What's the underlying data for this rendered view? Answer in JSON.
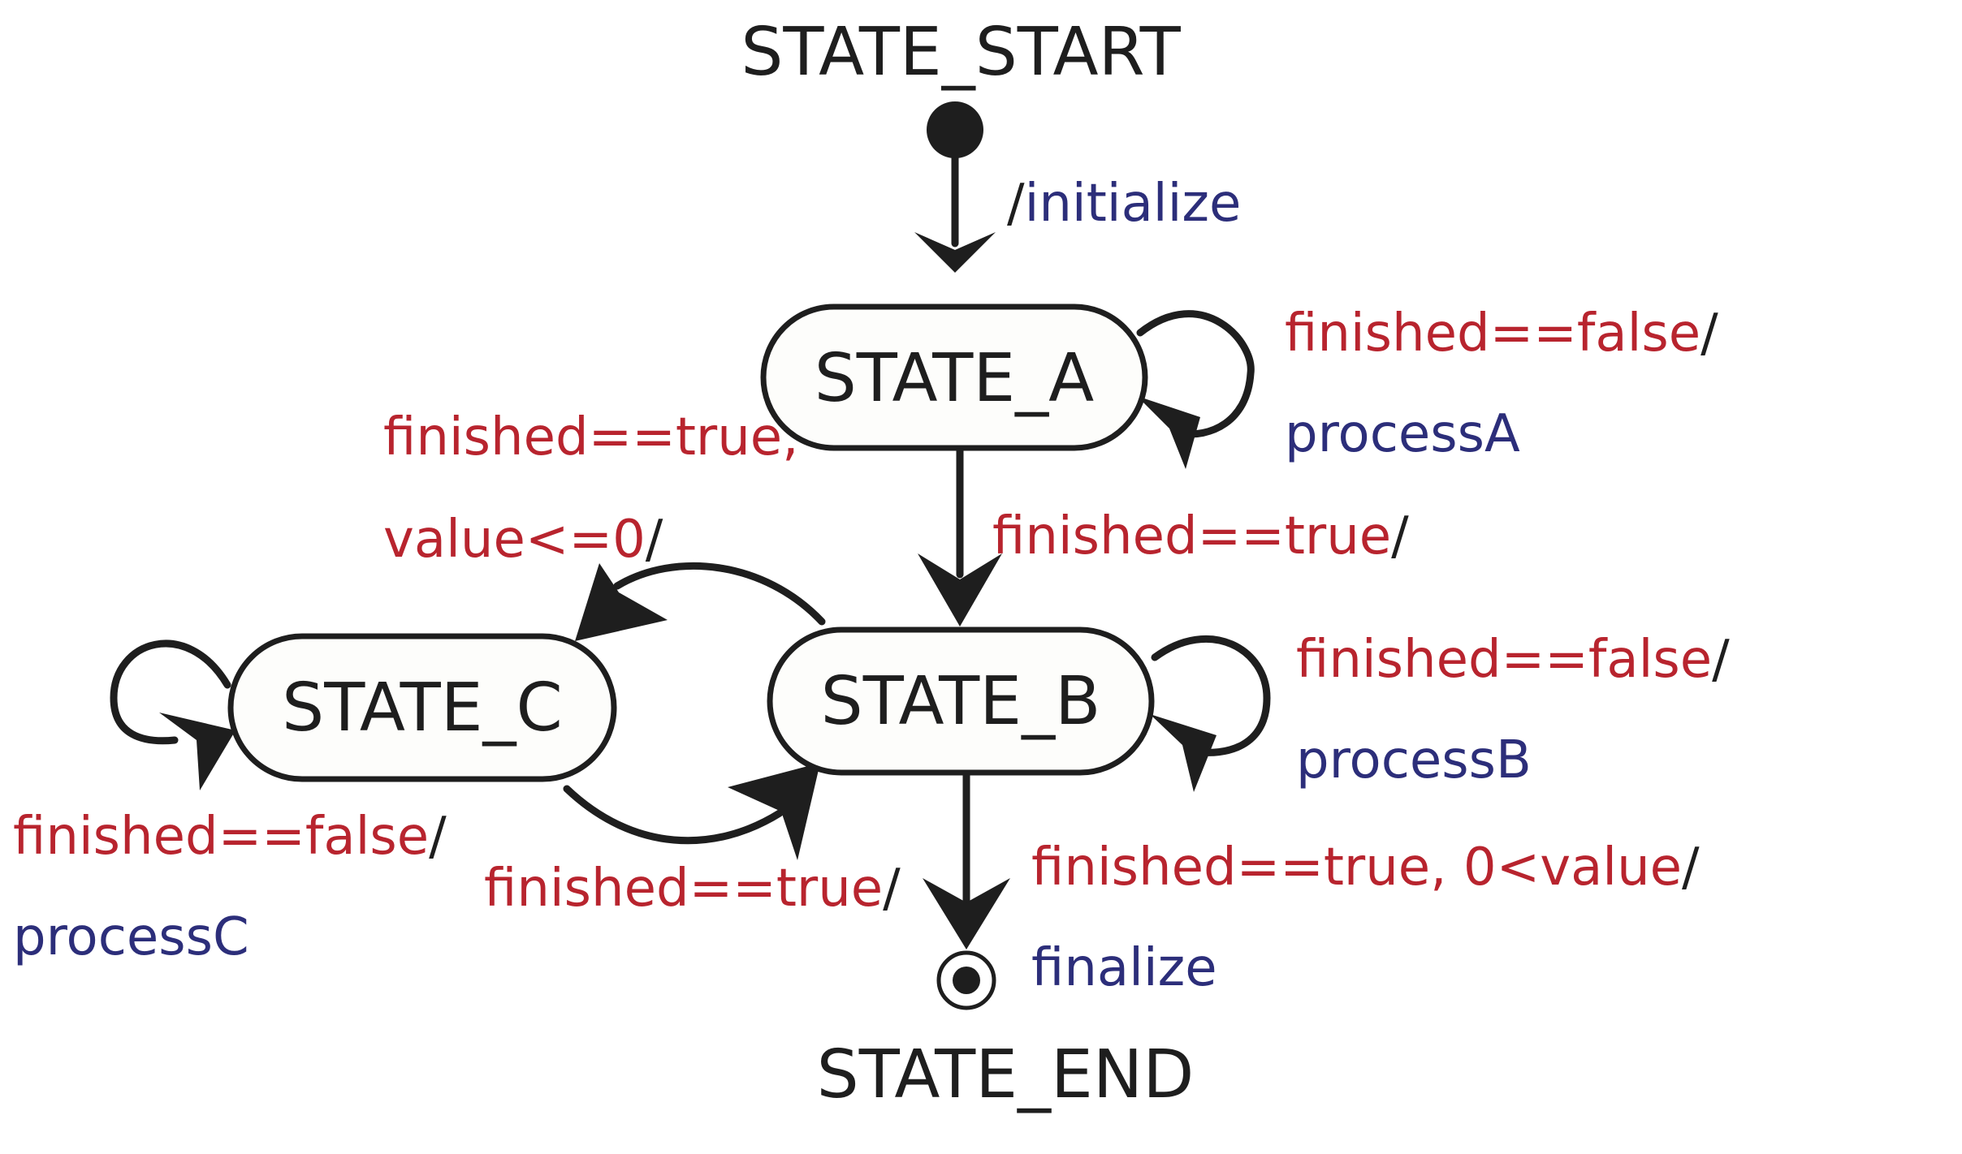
{
  "colors": {
    "guard": "#b8242e",
    "action": "#2c2e7a",
    "separator": "#1e1e1e",
    "line": "#1e1e1e"
  },
  "pseudo_states": {
    "start": "STATE_START",
    "end": "STATE_END"
  },
  "states": {
    "a": "STATE_A",
    "b": "STATE_B",
    "c": "STATE_C"
  },
  "transitions": {
    "start_to_a": {
      "action": "initialize",
      "separator": "/"
    },
    "a_self": {
      "guard": "finished==false",
      "separator": "/",
      "action": "processA"
    },
    "a_to_b": {
      "guard": "finished==true",
      "separator": "/"
    },
    "b_to_c": {
      "guard_line1": "finished==true,",
      "guard_line2": "value<=0",
      "separator": "/"
    },
    "b_self": {
      "guard": "finished==false",
      "separator": "/",
      "action": "processB"
    },
    "c_self": {
      "guard": "finished==false",
      "separator": "/",
      "action": "processC"
    },
    "c_to_b": {
      "guard": "finished==true",
      "separator": "/"
    },
    "b_to_end": {
      "guard": "finished==true, 0<value",
      "separator": "/",
      "action": "finalize"
    }
  }
}
